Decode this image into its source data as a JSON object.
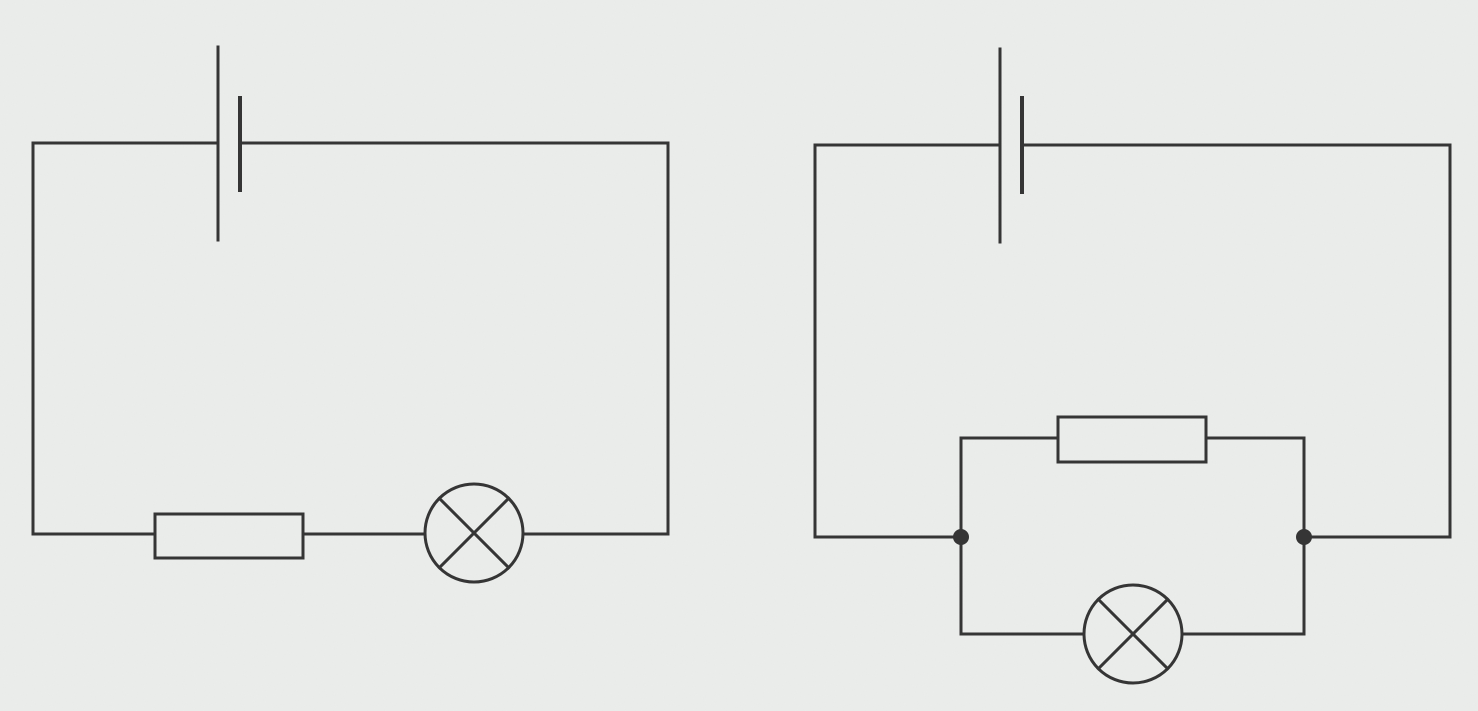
{
  "colors": {
    "paper": "#eceeec",
    "ink": "#353535"
  },
  "diagrams": [
    {
      "id": "series-circuit",
      "components": [
        "battery",
        "resistor",
        "lamp"
      ],
      "connection": "series"
    },
    {
      "id": "parallel-circuit",
      "components": [
        "battery",
        "resistor",
        "lamp"
      ],
      "connection": "parallel"
    }
  ],
  "icons": {
    "battery": "battery-icon",
    "resistor": "resistor-icon",
    "lamp": "lamp-icon",
    "junction": "junction-dot-icon"
  }
}
